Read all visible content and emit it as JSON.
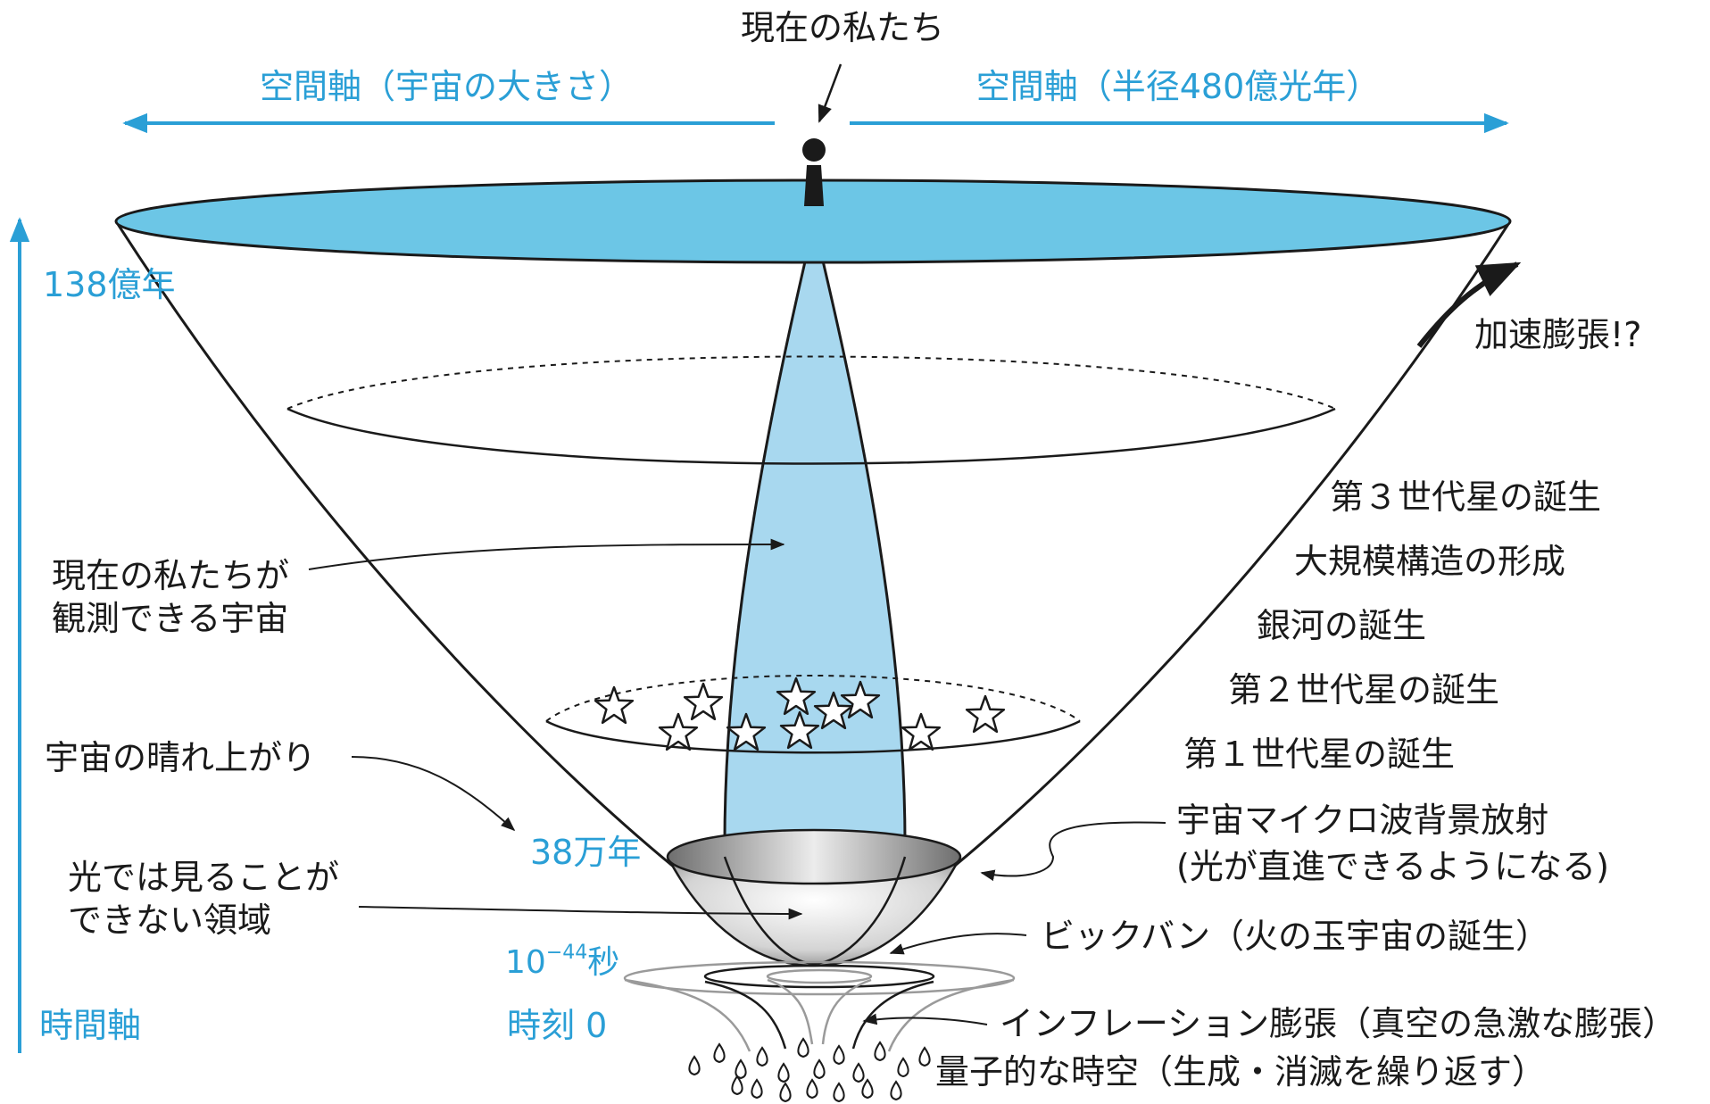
{
  "colors": {
    "accent_blue": "#2a9fd6",
    "top_disc": "#6cc6e6",
    "observable_cone": "#a8d8ef",
    "ink": "#1a1a1a"
  },
  "labels": {
    "us_now": "現在の私たち",
    "space_axis_left": "空間軸（宇宙の大きさ）",
    "space_axis_right": "空間軸（半径480億光年）",
    "accelerating_expansion": "加速膨張!?",
    "age_138": "138億年",
    "observable_universe": [
      "現在の私たちが",
      "観測できる宇宙"
    ],
    "recombination": "宇宙の晴れ上がり",
    "age_38man": "38万年",
    "opaque_region": [
      "光では見ることが",
      "できない領域"
    ],
    "time_10_base": "10",
    "time_10_exp": "−44",
    "time_10_unit": "秒",
    "time_axis": "時間軸",
    "time_zero": "時刻 0",
    "star_gen3": "第３世代星の誕生",
    "large_scale_structure": "大規模構造の形成",
    "galaxy_birth": "銀河の誕生",
    "star_gen2": "第２世代星の誕生",
    "star_gen1": "第１世代星の誕生",
    "cmb": [
      "宇宙マイクロ波背景放射",
      "(光が直進できるようになる)"
    ],
    "big_bang": "ビックバン（火の玉宇宙の誕生）",
    "inflation": "インフレーション膨張（真空の急激な膨張）",
    "quantum_spacetime": "量子的な時空（生成・消滅を繰り返す）"
  },
  "icons": {
    "person": "person-icon",
    "star": "star-icon",
    "droplet": "droplet-icon"
  }
}
